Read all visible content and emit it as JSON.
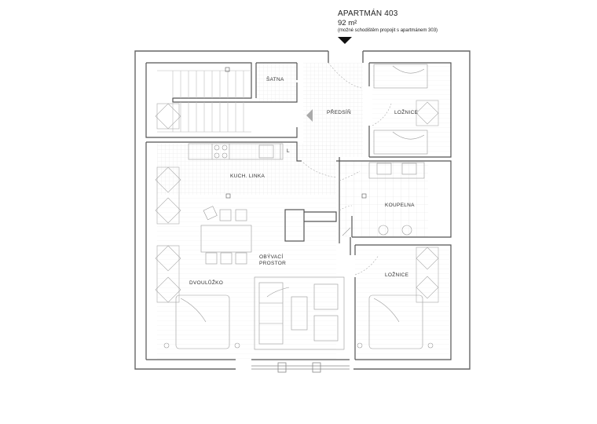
{
  "header": {
    "title": "APARTMÁN 403",
    "area": "92 m²",
    "note": "(možné schodištěm propojit s apartmánem 303)"
  },
  "rooms": {
    "satna": "ŠATNA",
    "predsin": "PŘEDSÍŇ",
    "loznice_top": "LOŽNICE",
    "kuch_linka": "KUCH. LINKA",
    "koupelna": "KOUPELNA",
    "obyvaci_1": "OBÝVACÍ",
    "obyvaci_2": "PROSTOR",
    "dvoululzko": "DVOULŮŽKO",
    "loznice_bottom": "LOŽNICE"
  },
  "fixtures": {
    "fridge_label": "L"
  },
  "colors": {
    "wall": "#555555",
    "outline": "#8a8a8a",
    "grid": "#e4e4e4",
    "arrow": "#111111",
    "stair_arrow": "#aaaaaa"
  }
}
